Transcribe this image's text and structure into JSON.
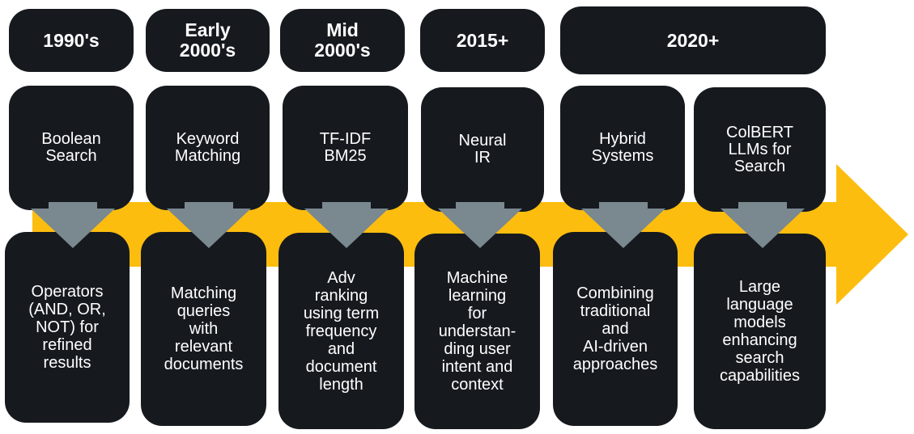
{
  "diagram": {
    "arrow_color": "#fdbd0f",
    "box_color": "#161a1f",
    "pointer_color": "#7a888f",
    "eras": [
      {
        "label": "1990's"
      },
      {
        "label": "Early\n2000's"
      },
      {
        "label": "Mid\n2000's"
      },
      {
        "label": "2015+"
      },
      {
        "label": "2020+"
      }
    ],
    "techniques": [
      {
        "label": "Boolean\nSearch"
      },
      {
        "label": "Keyword\nMatching"
      },
      {
        "label": "TF-IDF\nBM25"
      },
      {
        "label": "Neural\nIR"
      },
      {
        "label": "Hybrid\nSystems"
      },
      {
        "label": "ColBERT\nLLMs for\nSearch"
      }
    ],
    "descriptions": [
      {
        "label": "Operators\n(AND, OR,\nNOT) for\nrefined\nresults"
      },
      {
        "label": "Matching\nqueries\nwith\nrelevant\ndocuments"
      },
      {
        "label": "Adv\nranking\nusing term\nfrequency\nand\ndocument\nlength"
      },
      {
        "label": "Machine\nlearning\nfor\nunderstan-\nding user\nintent and\ncontext"
      },
      {
        "label": "Combining\ntraditional\nand\nAI-driven\napproaches"
      },
      {
        "label": "Large\nlanguage\nmodels\nenhancing\nsearch\ncapabilities"
      }
    ]
  }
}
